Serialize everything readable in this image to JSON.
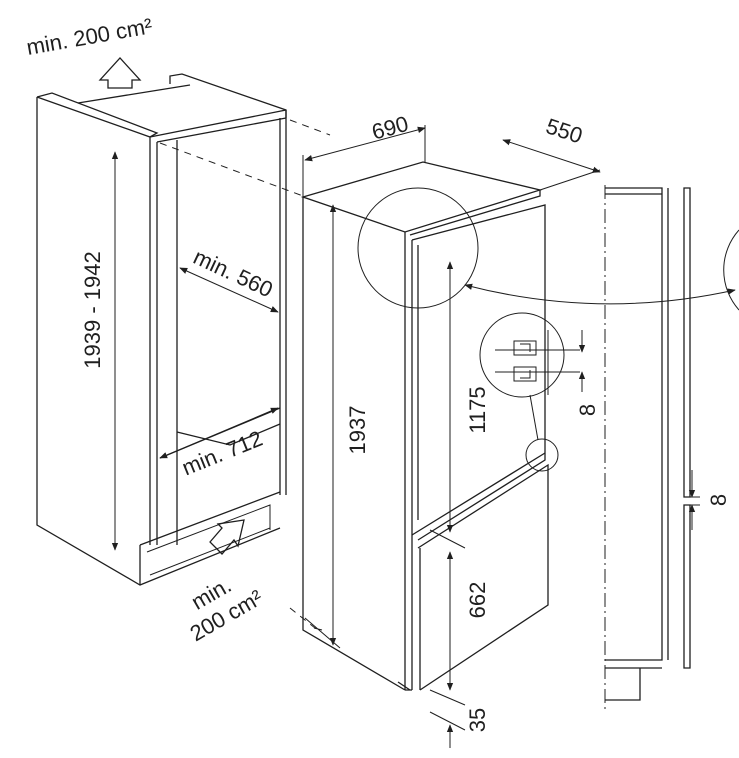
{
  "niche": {
    "vent_top": "min. 200 cm²",
    "height_range": "1939 - 1942",
    "min_depth": "min. 560",
    "min_width": "min. 712",
    "vent_bottom_line1": "min.",
    "vent_bottom_line2": "200 cm²"
  },
  "appliance": {
    "width": "690",
    "depth": "550",
    "height": "1937",
    "upper_door": "1175",
    "lower_door": "662",
    "plinth": "35",
    "door_gap": "8"
  },
  "side_section": {
    "door_gap": "8"
  }
}
